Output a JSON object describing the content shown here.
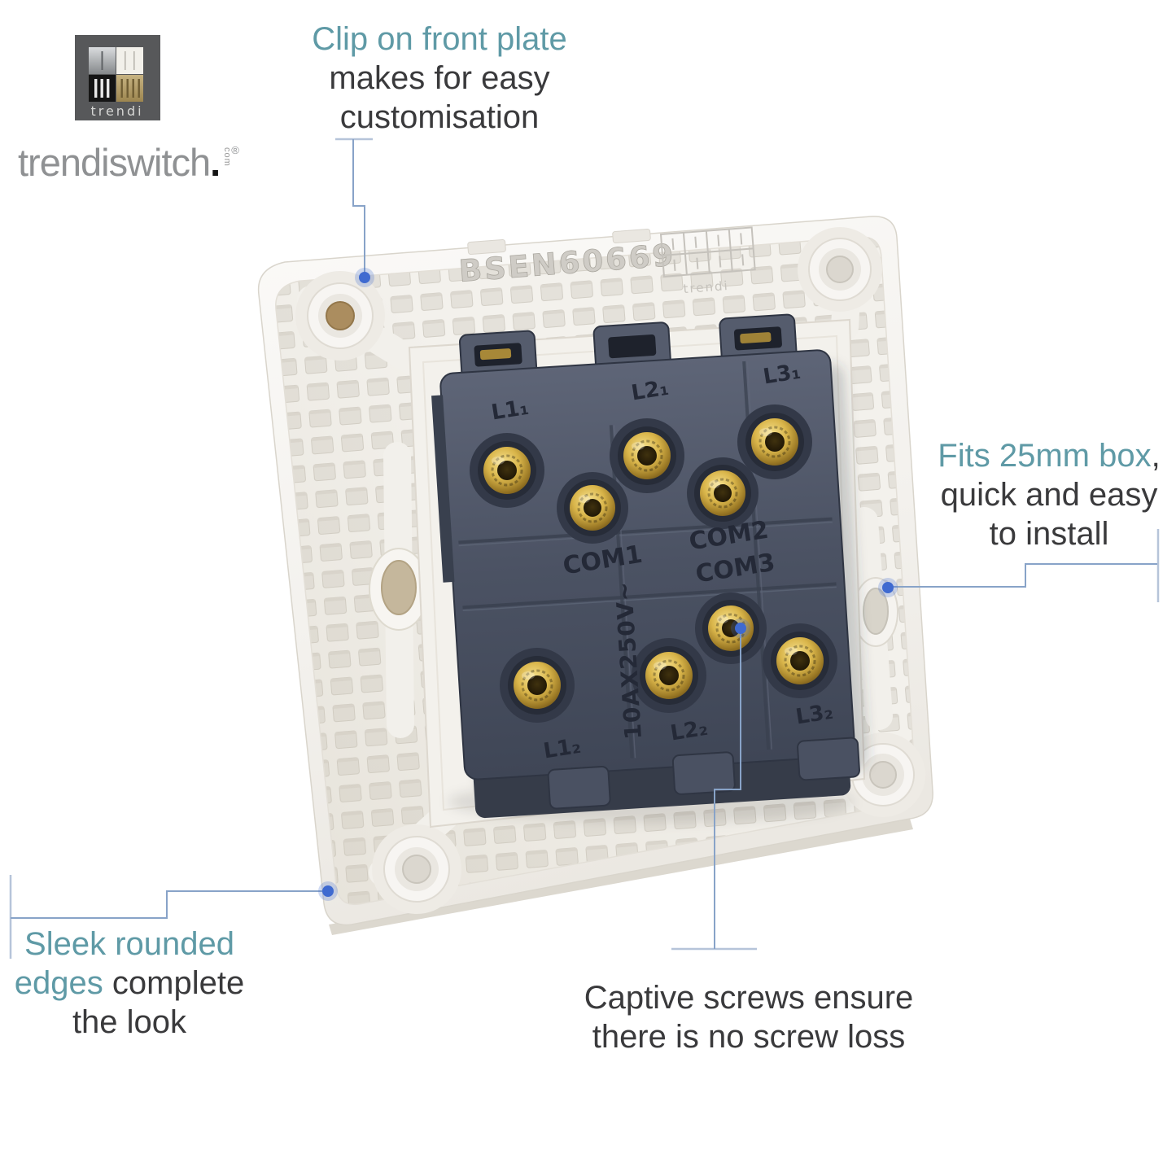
{
  "brand": {
    "logo_label": "trendi",
    "wordmark": "trendiswitch",
    "wordmark_dot": ".",
    "wordmark_tld": "com",
    "registered": "®"
  },
  "annotations": {
    "clip_on": {
      "highlight": "Clip on front plate",
      "line2": "makes for easy",
      "line3": "customisation"
    },
    "fits_box": {
      "highlight": "Fits 25mm box",
      "comma": ",",
      "line2": "quick and easy",
      "line3": "to install"
    },
    "sleek": {
      "highlight1": "Sleek rounded",
      "highlight2": "edges",
      "dark2": "complete",
      "line3": "the look"
    },
    "captive": {
      "line1": "Captive screws ensure",
      "line2": "there is no screw loss"
    }
  },
  "product": {
    "etched_standard": "BSEN60669",
    "etched_brand": "trendi",
    "rating": "10AX250V~",
    "terminal_labels": {
      "com1": "COM1",
      "com2": "COM2",
      "com3": "COM3",
      "l1_top": "L1₁",
      "l2_top": "L2₁",
      "l3_top": "L3₁",
      "l1_bottom": "L1₂",
      "l2_bottom": "L2₂",
      "l3_bottom": "L3₂"
    }
  },
  "colors": {
    "accent_teal": "#5f9aa6",
    "text_dark": "#3a3a3c",
    "callout_line": "#88a3c8",
    "callout_serif": "#b6c4d9",
    "callout_dot": "#3f6ad0",
    "brass": "#d9b54a",
    "mechanism_body": "#4b5263",
    "plate_white": "#f2f0ec"
  }
}
